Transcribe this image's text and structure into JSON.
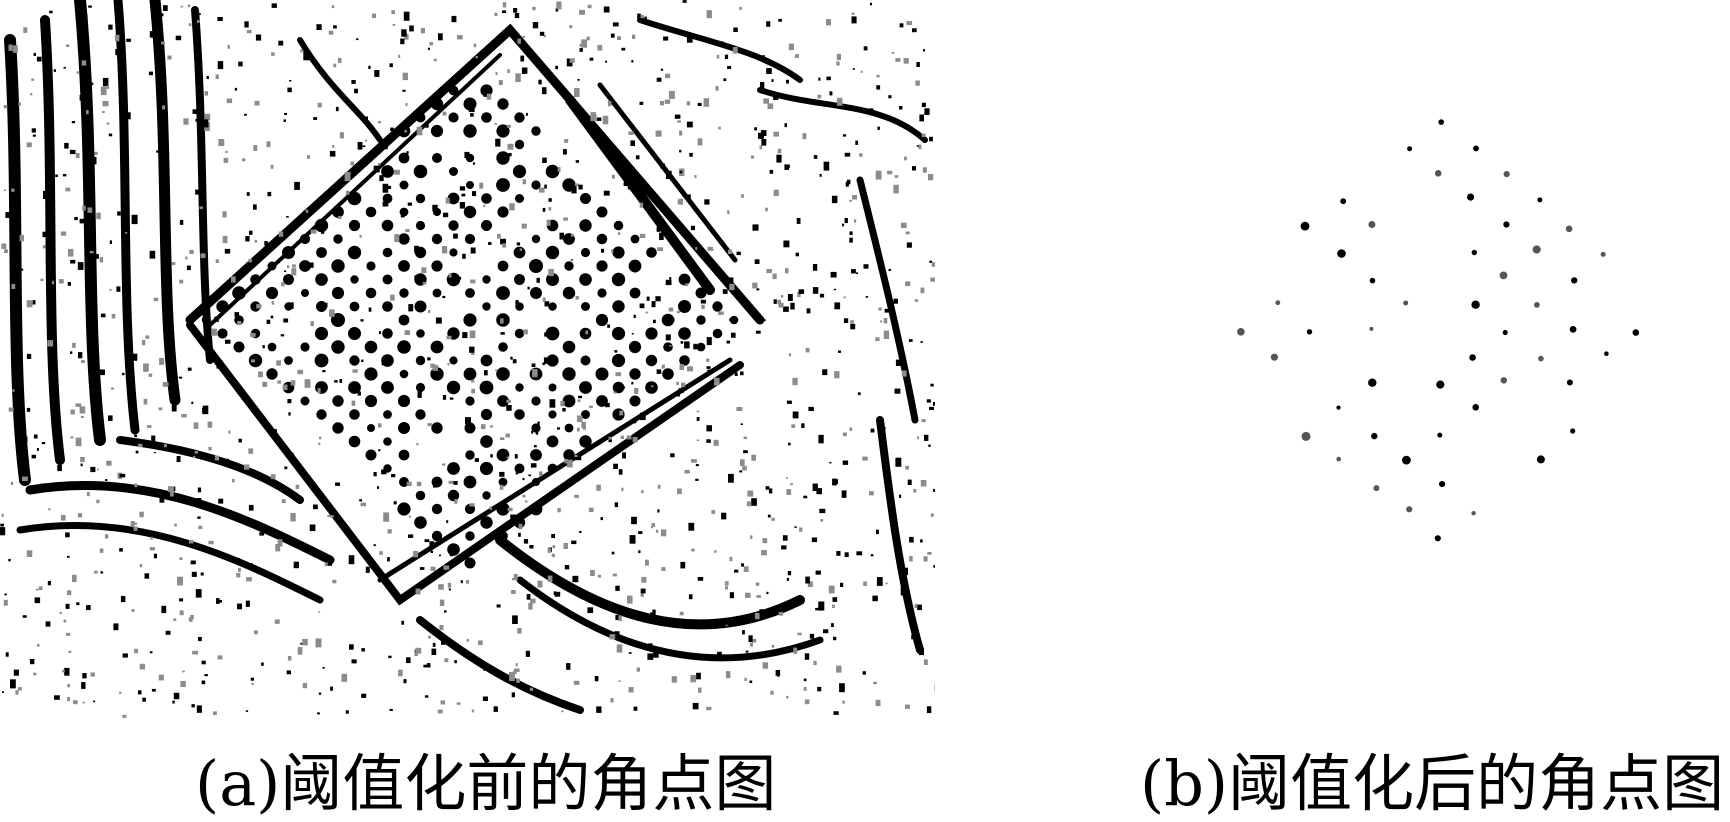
{
  "figure": {
    "panel_a": {
      "caption": "(a)阈值化前的角点图",
      "description_icon": "edge-map-before-threshold"
    },
    "panel_b": {
      "caption": "(b)阈值化后的角点图",
      "description_icon": "corner-points-after-threshold"
    }
  },
  "colors": {
    "ink": "#000000",
    "background": "#ffffff",
    "speckle": "#8c8c8c"
  }
}
